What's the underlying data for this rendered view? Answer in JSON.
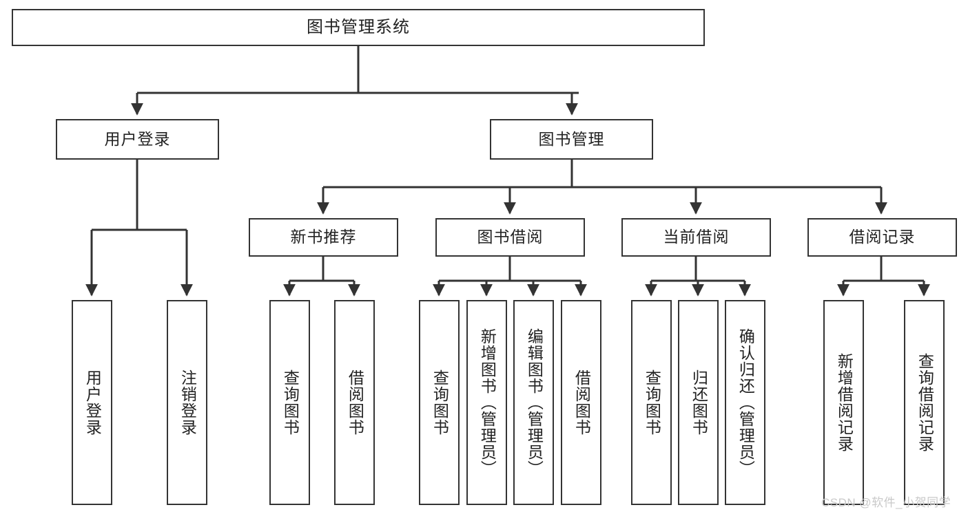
{
  "diagram": {
    "title": "图书管理系统",
    "watermark": "CSDN @软件_小贺同学",
    "line_color": "#333333",
    "box_fill": "#ffffff",
    "text_color": "#222222",
    "watermark_color": "#c9c9c9"
  },
  "root": {
    "label": "图书管理系统"
  },
  "level2": [
    {
      "label": "用户登录"
    },
    {
      "label": "图书管理"
    }
  ],
  "level3": [
    {
      "label": "新书推荐"
    },
    {
      "label": "图书借阅"
    },
    {
      "label": "当前借阅"
    },
    {
      "label": "借阅记录"
    }
  ],
  "leaves": {
    "user_login": [
      {
        "label": "用户登录"
      },
      {
        "label": "注销登录"
      }
    ],
    "new_book_recommend": [
      {
        "label": "查询图书"
      },
      {
        "label": "借阅图书"
      }
    ],
    "book_borrow": [
      {
        "label": "查询图书"
      },
      {
        "label": "新增图书（管理员）"
      },
      {
        "label": "编辑图书（管理员）"
      },
      {
        "label": "借阅图书"
      }
    ],
    "current_borrow": [
      {
        "label": "查询图书"
      },
      {
        "label": "归还图书"
      },
      {
        "label": "确认归还（管理员）"
      }
    ],
    "borrow_record": [
      {
        "label": "新增借阅记录"
      },
      {
        "label": "查询借阅记录"
      }
    ]
  }
}
